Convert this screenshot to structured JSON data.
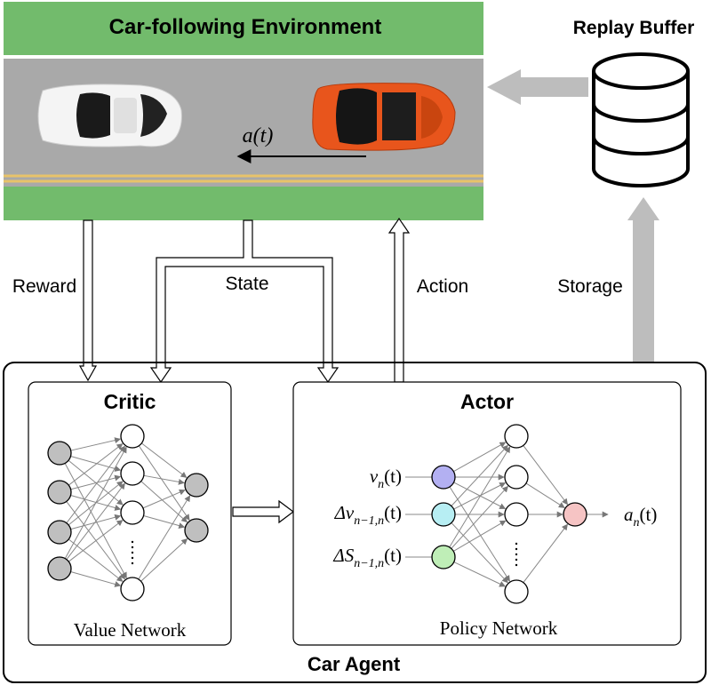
{
  "environment": {
    "title": "Car-following Environment",
    "action_label": "a(t)"
  },
  "replay_buffer": {
    "title": "Replay Buffer"
  },
  "flows": {
    "reward": "Reward",
    "state": "State",
    "action": "Action",
    "storage": "Storage"
  },
  "agent": {
    "title": "Car Agent",
    "critic": {
      "title": "Critic",
      "caption": "Value Network"
    },
    "actor": {
      "title": "Actor",
      "caption": "Policy Network",
      "inputs": {
        "v": {
          "base": "v",
          "sub": "n",
          "arg": "(t)"
        },
        "dv": {
          "base": "Δv",
          "sub": "n−1,n",
          "arg": "(t)"
        },
        "ds": {
          "base": "ΔS",
          "sub": "n−1,n",
          "arg": "(t)"
        }
      },
      "output": {
        "base": "a",
        "sub": "n",
        "arg": "(t)"
      }
    }
  },
  "colors": {
    "grass": "#72bb6c",
    "road": "#a9a9a9",
    "lane_yellow": "#e8c36a",
    "flow_gray": "#bdbdbd",
    "neuron_gray": "#bfbfbf",
    "neuron_blue": "#b3b0f2",
    "neuron_cyan": "#b7eef3",
    "neuron_green": "#bfeeb7",
    "neuron_red": "#f6c4c4",
    "car_white": "#f4f4f4",
    "car_orange": "#e8551c"
  }
}
